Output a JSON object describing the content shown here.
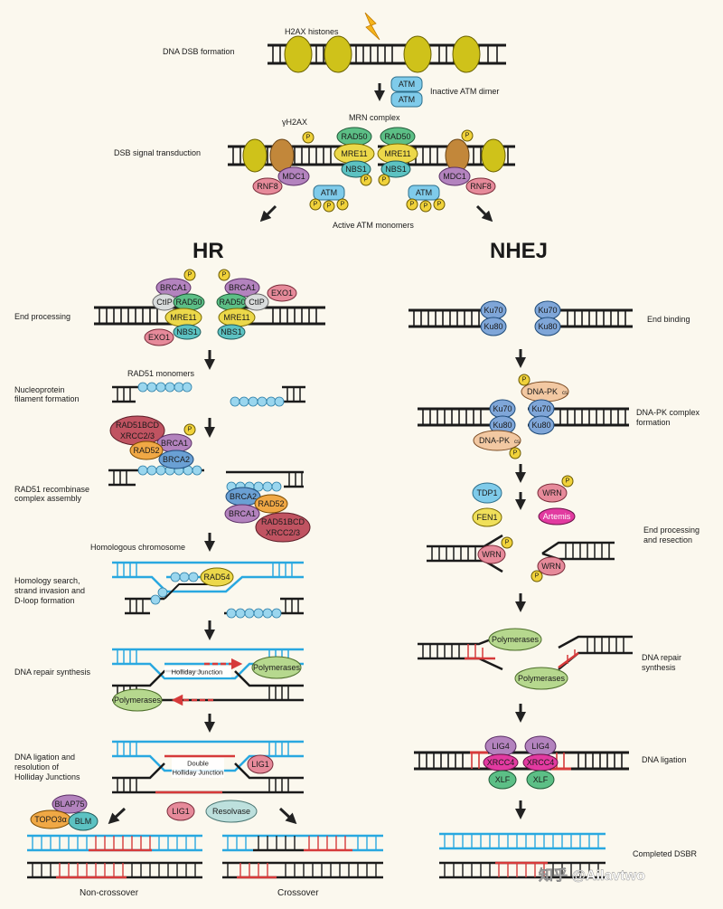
{
  "top": {
    "dsb_formation": "DNA DSB formation",
    "h2ax": "H2AX histones",
    "inactive_atm": "Inactive ATM dimer",
    "atm": "ATM",
    "gamma_h2ax": "γH2AX",
    "mrn": "MRN complex",
    "signal": "DSB signal transduction",
    "active_atm": "Active ATM monomers"
  },
  "proteins": {
    "rad50": "RAD50",
    "mre11": "MRE11",
    "nbs1": "NBS1",
    "mdc1": "MDC1",
    "rnf8": "RNF8",
    "brca1": "BRCA1",
    "brca2": "BRCA2",
    "ctip": "CtIP",
    "exo1": "EXO1",
    "rad51bcd": "RAD51BCD",
    "xrcc23": "XRCC2/3",
    "rad52": "RAD52",
    "rad54": "RAD54",
    "polymerases": "Polymerases",
    "lig1": "LIG1",
    "blap75": "BLAP75",
    "topo": "TOPO3α",
    "blm": "BLM",
    "resolvase": "Resolvase",
    "ku70": "Ku70",
    "ku80": "Ku80",
    "dnapk": "DNA-PK",
    "dnapk_sub": "cs",
    "tdp1": "TDP1",
    "wrn": "WRN",
    "fen1": "FEN1",
    "artemis": "Artemis",
    "lig4": "LIG4",
    "xrcc4": "XRCC4",
    "xlf": "XLF",
    "phospho": "P",
    "holliday": "Holliday Junction",
    "double": "Double",
    "double_holliday": "Holliday Junction"
  },
  "hr": {
    "title": "HR",
    "end_processing": "End processing",
    "rad51_monomers": "RAD51 monomers",
    "nucleo_1": "Nucleoprotein",
    "nucleo_2": "filament formation",
    "assembly_1": "RAD51 recombinase",
    "assembly_2": "complex assembly",
    "homologous": "Homologous chromosome",
    "search_1": "Homology search,",
    "search_2": "strand invasion and",
    "search_3": "D-loop formation",
    "synthesis": "DNA repair synthesis",
    "ligation_1": "DNA ligation and",
    "ligation_2": "resolution of",
    "ligation_3": "Holliday Junctions",
    "non_crossover": "Non-crossover",
    "crossover": "Crossover"
  },
  "nhej": {
    "title": "NHEJ",
    "end_binding": "End binding",
    "dnapk_1": "DNA-PK complex",
    "dnapk_2": "formation",
    "processing_1": "End processing",
    "processing_2": "and resection",
    "synthesis_1": "DNA repair",
    "synthesis_2": "synthesis",
    "ligation": "DNA ligation",
    "completed": "Completed DSBR"
  },
  "watermark": "知乎 @Ailavtwo",
  "colors": {
    "background": "#fbf8ee",
    "dna": "#1a1a1a",
    "homolog": "#29a8e0",
    "new_dna": "#d63a3a",
    "h2ax": "#cfc21a",
    "atm": "#7fcbea",
    "rad50": "#5cbf86",
    "mre11": "#ecd84a",
    "nbs1": "#5cc2c2",
    "brca1": "#b383be",
    "exo1": "#e68a9a",
    "ku": "#7fa6d8",
    "dnapk": "#f2c8a2",
    "polymerase": "#b6d88e",
    "phospho": "#f0d23a"
  }
}
